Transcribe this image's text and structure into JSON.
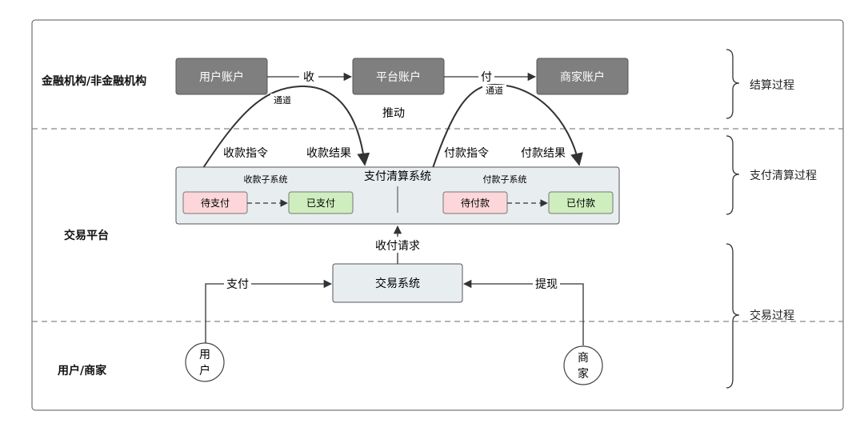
{
  "layers": {
    "finance": "金融机构/非金融机构",
    "platform": "交易平台",
    "user_merchant": "用户/商家"
  },
  "processes": {
    "settlement": "结算过程",
    "clearing": "支付清算过程",
    "trade": "交易过程"
  },
  "accounts": {
    "user": "用户账户",
    "platform": "平台账户",
    "merchant": "商家账户"
  },
  "flows": {
    "collect": "收",
    "pay": "付",
    "channel_left": "通道",
    "channel_right": "通道",
    "push": "推动",
    "collect_instruction": "收款指令",
    "collect_result": "收款结果",
    "pay_instruction": "付款指令",
    "pay_result": "付款结果",
    "request": "收付请求",
    "payment": "支付",
    "withdraw": "提现"
  },
  "clearing_system": {
    "title": "支付清算系统",
    "collect_sub": {
      "title": "收款子系统",
      "from": "待支付",
      "to": "已支付"
    },
    "pay_sub": {
      "title": "付款子系统",
      "from": "待付款",
      "to": "已付款"
    }
  },
  "trade_system": "交易系统",
  "actors": {
    "user_line1": "用",
    "user_line2": "户",
    "merchant_line1": "商",
    "merchant_line2": "家"
  },
  "colors": {
    "account_fill": "#7f7f7f",
    "system_fill": "#e8edf0",
    "pending_fill": "#fcd6d8",
    "done_fill": "#cfeebf",
    "line": "#333333"
  }
}
